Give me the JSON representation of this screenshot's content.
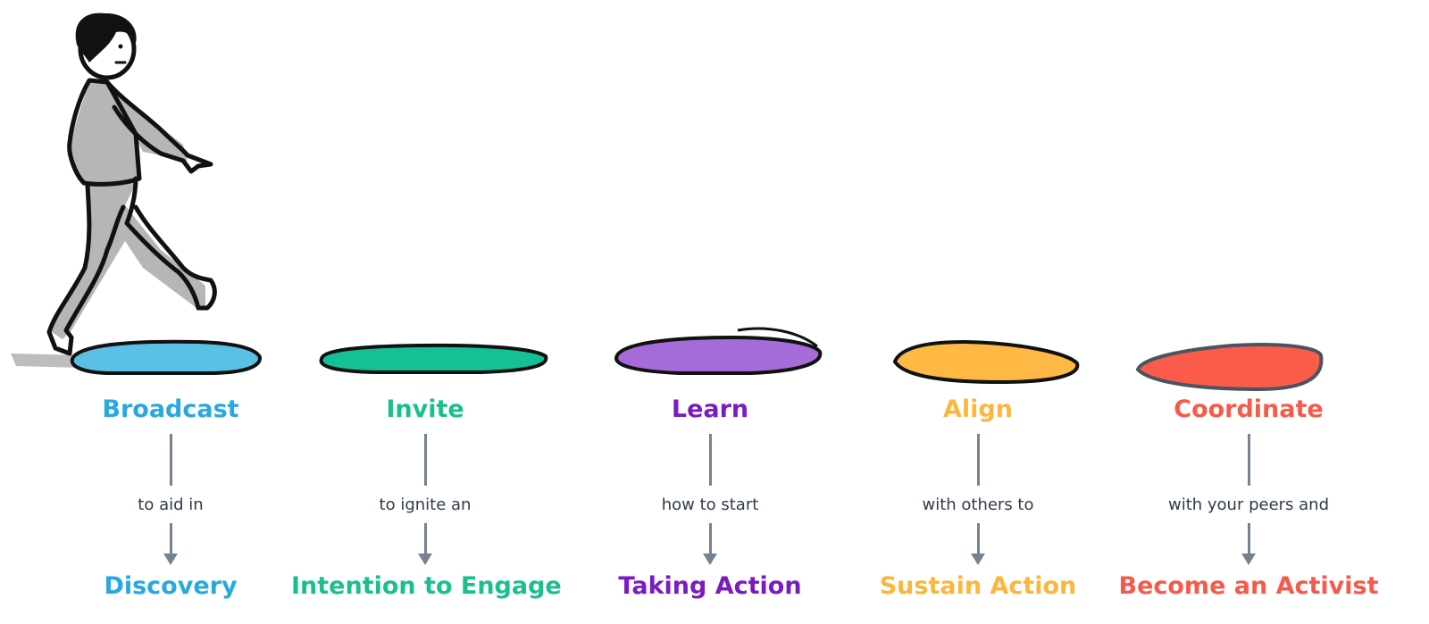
{
  "steps": [
    {
      "verb": "Broadcast",
      "connector": "to aid in",
      "goal": "Discovery",
      "color": "#29a8e0"
    },
    {
      "verb": "Invite",
      "connector": "to ignite an",
      "goal": "Intention to Engage",
      "color": "#1bbf8f"
    },
    {
      "verb": "Learn",
      "connector": "how to start",
      "goal": "Taking Action",
      "color": "#7a1bc0"
    },
    {
      "verb": "Align",
      "connector": "with others to",
      "goal": "Sustain Action",
      "color": "#fbb73c"
    },
    {
      "verb": "Coordinate",
      "connector": "with your peers and",
      "goal": "Become an Activist",
      "color": "#f55a4a"
    }
  ],
  "stones": [
    {
      "fill": "#5bc0e6"
    },
    {
      "fill": "#14c196"
    },
    {
      "fill": "#a56bd8"
    },
    {
      "fill": "#fdb944"
    },
    {
      "fill": "#fb5b4b"
    }
  ],
  "illustration": {
    "icon": "walking-person-icon"
  }
}
